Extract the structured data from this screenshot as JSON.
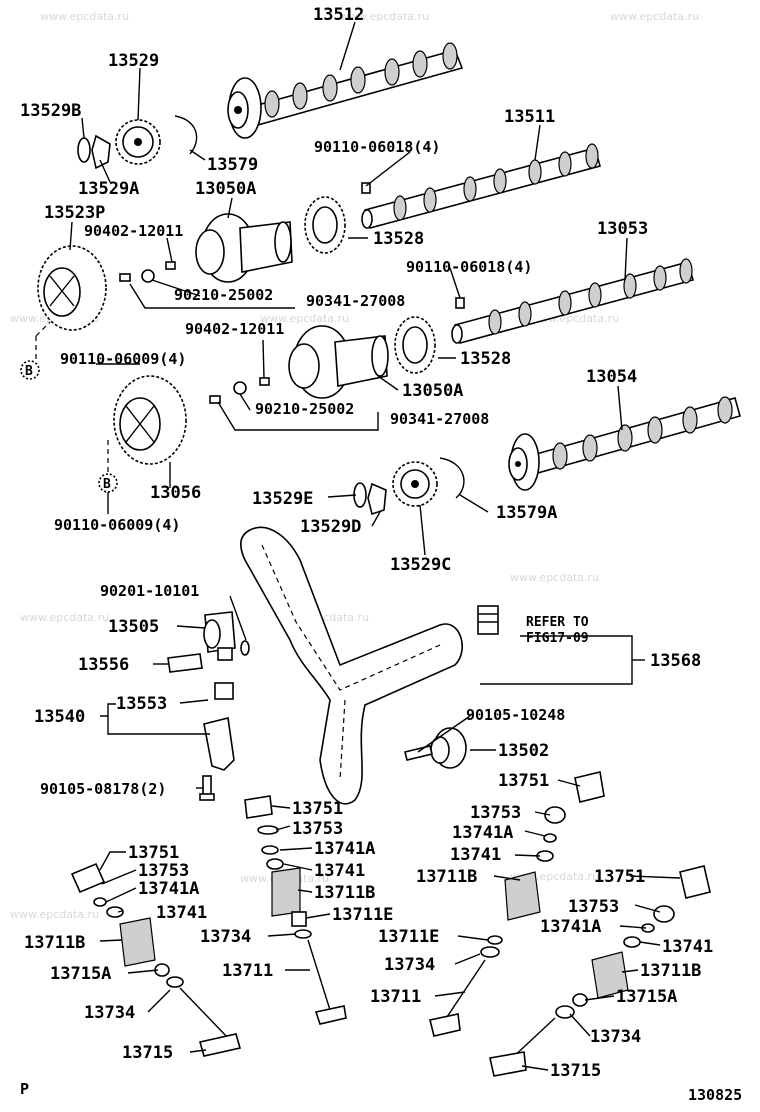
{
  "watermark": "www.epcdata.ru",
  "labels": {
    "p13512": "13512",
    "p13529": "13529",
    "p13529B": "13529B",
    "p13579": "13579",
    "p13529A": "13529A",
    "p13511": "13511",
    "p90110_06018_a": "90110-06018(4)",
    "p13050A_a": "13050A",
    "p13523P": "13523P",
    "p90402_a": "90402-12011",
    "p13528_a": "13528",
    "p13053": "13053",
    "p90110_06018_b": "90110-06018(4)",
    "p90210_a": "90210-25002",
    "p90341_a": "90341-27008",
    "p90402_b": "90402-12011",
    "p90110_06009_a": "90110-06009(4)",
    "p13528_b": "13528",
    "p13050A_b": "13050A",
    "p13054": "13054",
    "p90210_b": "90210-25002",
    "p90341_b": "90341-27008",
    "p13056": "13056",
    "p13529E": "13529E",
    "p13529D": "13529D",
    "p13579A": "13579A",
    "p90110_06009_b": "90110-06009(4)",
    "p13529C": "13529C",
    "p90201": "90201-10101",
    "p13505": "13505",
    "p13556": "13556",
    "p13553": "13553",
    "p13540": "13540",
    "refer_to": "REFER TO",
    "fig": "FIG17-09",
    "p13568": "13568",
    "p90105_10248": "90105-10248",
    "p13502": "13502",
    "p90105_08178": "90105-08178(2)",
    "p13751_a": "13751",
    "p13751_b": "13751",
    "p13753_a": "13753",
    "p13753_b": "13753",
    "p13741A_a": "13741A",
    "p13741A_b": "13741A",
    "p13741_a": "13741",
    "p13741_b": "13741",
    "p13711B_a": "13711B",
    "p13711B_b": "13711B",
    "p13711E_a": "13711E",
    "p13711E_b": "13711E",
    "p13734_a": "13734",
    "p13734_b": "13734",
    "p13711_a": "13711",
    "p13711_b": "13711",
    "p13751_c": "13751",
    "p13753_c": "13753",
    "p13741A_c": "13741A",
    "p13741_c": "13741",
    "p13711B_c": "13711B",
    "p13715A_a": "13715A",
    "p13734_c": "13734",
    "p13715_a": "13715",
    "p13751_d": "13751",
    "p13753_d": "13753",
    "p13741A_d": "13741A",
    "p13741_d": "13741",
    "p13711B_d": "13711B",
    "p13715A_b": "13715A",
    "p13734_d": "13734",
    "p13715_b": "13715",
    "circle_b": "B",
    "corner_left": "P",
    "corner_right": "130825"
  }
}
